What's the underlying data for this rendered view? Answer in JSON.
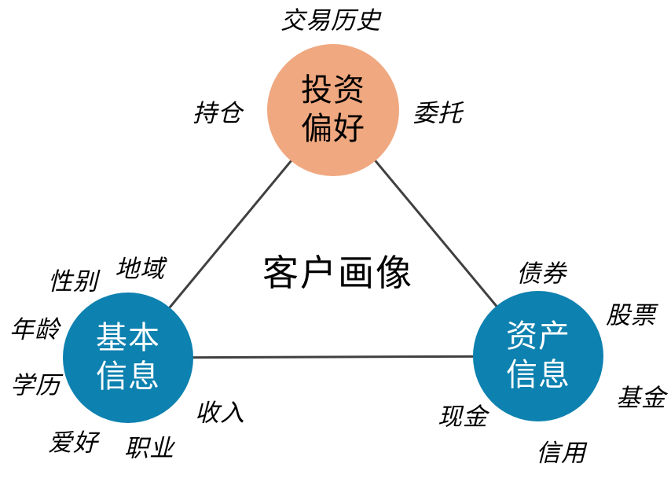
{
  "title": {
    "text": "客户画像"
  },
  "colors": {
    "node_top_fill": "#F0A880",
    "node_side_fill": "#0D81AF",
    "node_top_text": "#000000",
    "node_side_text": "#FFFFFF",
    "connector_line": "#404040",
    "label_text": "#000000"
  },
  "nodes": {
    "top": {
      "label": "投资\n偏好"
    },
    "left": {
      "label": "基本\n信息"
    },
    "right": {
      "label": "资产\n信息"
    }
  },
  "satellites": {
    "transaction_history": "交易历史",
    "positions": "持仓",
    "orders": "委托",
    "region": "地域",
    "gender": "性别",
    "age": "年龄",
    "education": "学历",
    "hobby": "爱好",
    "occupation": "职业",
    "income": "收入",
    "bonds": "债券",
    "stocks": "股票",
    "funds": "基金",
    "credit": "信用",
    "cash": "现金"
  }
}
